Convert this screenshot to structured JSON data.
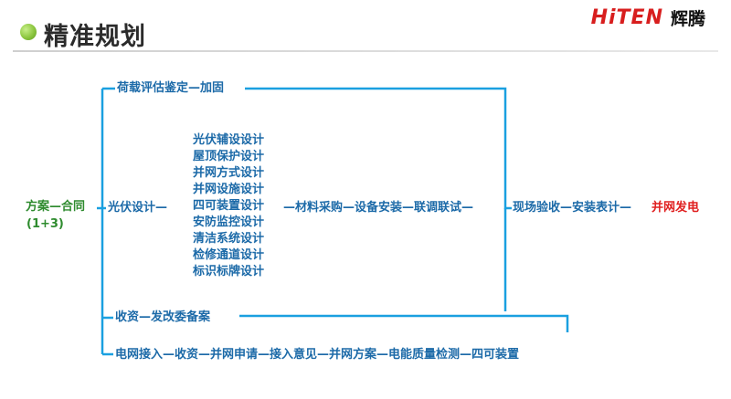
{
  "header": {
    "title": "精准规划",
    "brand_logo": "HiTEN",
    "brand_name": "辉腾"
  },
  "colors": {
    "line": "#1aa0e0",
    "green_text": "#2e8b2e",
    "blue_text": "#1c6aa8",
    "red_text": "#e02020",
    "accent_dot": "#8cc63f"
  },
  "flow": {
    "start_line1": "方案—合同",
    "start_line2": "(1+3)",
    "top_branch": "荷载评估鉴定—加固",
    "middle_branch": "光伏设计—",
    "design_items": [
      "光伏辅设设计",
      "屋顶保护设计",
      "并网方式设计",
      "并网设施设计",
      "四可装置设计",
      "安防监控设计",
      "清洁系统设计",
      "检修通道设计",
      "标识标牌设计"
    ],
    "middle_chain": "—材料采购—设备安装—联调联试—",
    "final_chain": "现场验收—安装表计—",
    "final_result": "并网发电",
    "approval_branch": "收资—发改委备案",
    "grid_branch": "电网接入—收资—并网申请—接入意见—并网方案—电能质量检测—四可装置"
  }
}
